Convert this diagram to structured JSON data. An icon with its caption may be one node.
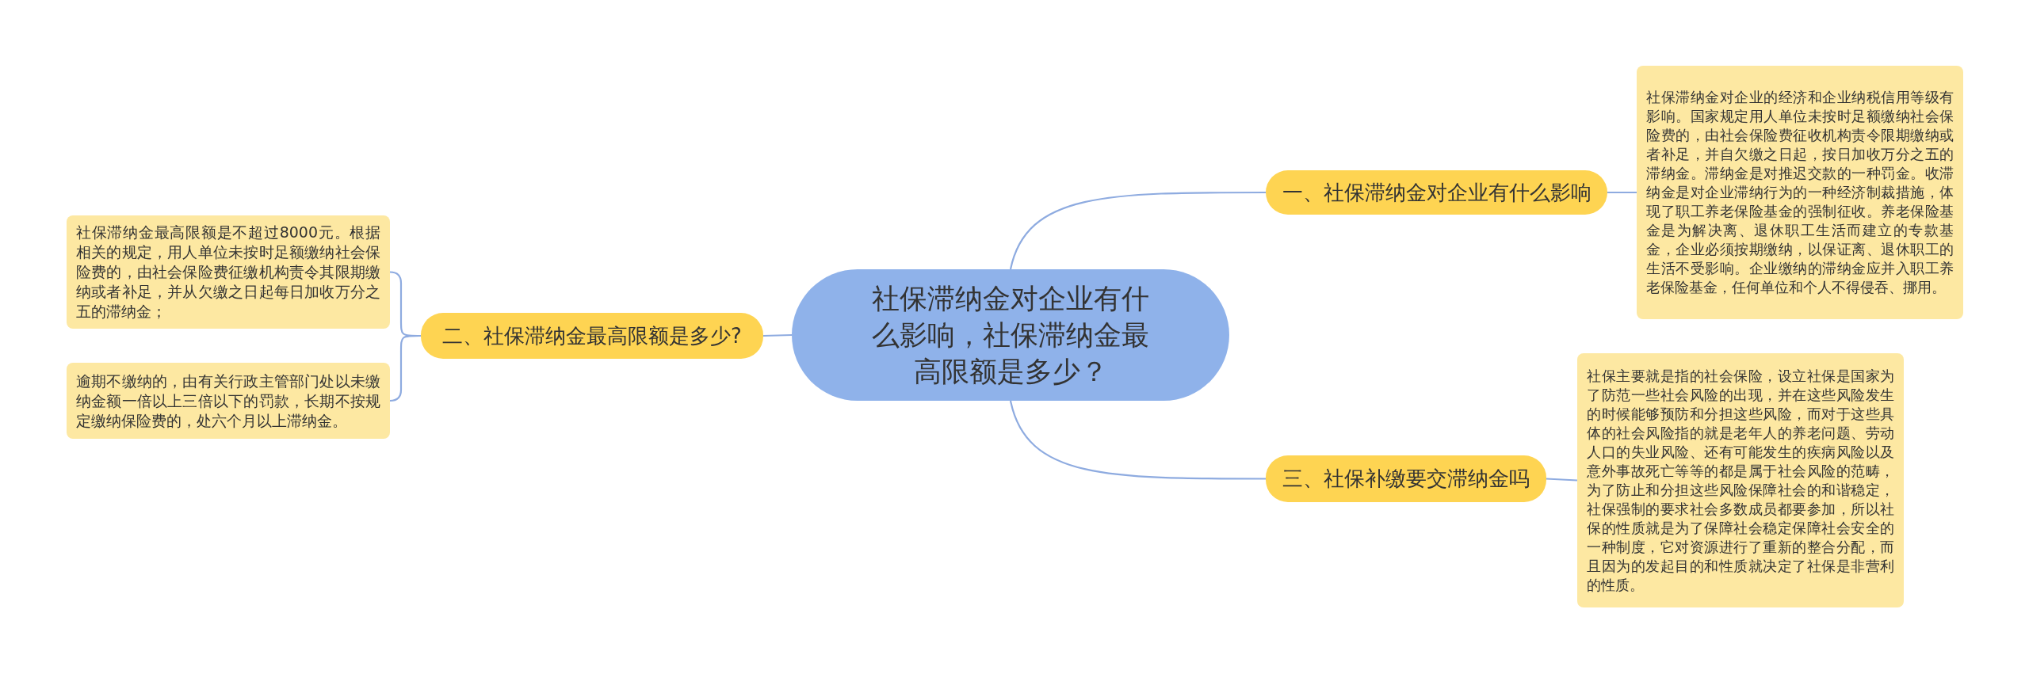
{
  "diagram": {
    "nodes": [
      {
        "text": [
          "社保滞纳金对企业有什么影响，社保滞纳金最高限额是多少？"
        ]
      },
      {
        "text": [
          "一、社保滞纳金对企业有什么影响"
        ]
      },
      {
        "text": [
          "社保滞纳金对企业的经济和企业纳税信用等级有影响。国家规定用人单位未按时足额缴纳社会保险费的，由社会保险费征收机构责令限期缴纳或者补足，并自欠缴之日起，按日加收万分之五的滞纳金。滞纳金是对推迟交款的一种罚金。收滞纳金是对企业滞纳行为的一种经济制裁措施，体现了职工养老保险基金的强制征收。养老保险基金是为解决离、退休职工生活而建立的专款基金，企业必须按期缴纳，以保证离、退休职工的生活不受影响。企业缴纳的滞纳金应并入职工养老保险基金，任何单位和个人不得侵吞、挪用。"
        ]
      },
      {
        "text": [
          "二、社保滞纳金最高限额是多少?"
        ]
      },
      {
        "text": [
          "社保滞纳金最高限额是不超过8000元。根据相关的规定，用人单位未按时足额缴纳社会保险费的，由社会保险费征缴机构责令其限期缴纳或者补足，并从欠缴之日起每日加收万分之五的滞纳金；"
        ]
      },
      {
        "text": [
          "逾期不缴纳的，由有关行政主管部门处以未缴纳金额一倍以上三倍以下的罚款，长期不按规定缴纳保险费的，处六个月以上滞纳金。"
        ]
      },
      {
        "text": [
          "三、社保补缴要交滞纳金吗"
        ]
      },
      {
        "text": [
          "社保主要就是指的社会保险，设立社保是国家为了防范一些社会风险的出现，并在这些风险发生的时候能够预防和分担这些风险，而对于这些具体的社会风险指的就是老年人的养老问题、劳动人口的失业风险、还有可能发生的疾病风险以及意外事故死亡等等的都是属于社会风险的范畴，为了防止和分担这些风险保障社会的和谐稳定，社保强制的要求社会多数成员都要参加，所以社保的性质就是为了保障社会稳定保障社会安全的一种制度，它对资源进行了重新的整合分配，而且因为的发起目的和性质就决定了社保是非营利的性质。"
        ]
      }
    ],
    "edges": [
      {
        "from": 0,
        "to": 1,
        "arrow": "none"
      },
      {
        "from": 1,
        "to": 2,
        "arrow": "none"
      },
      {
        "from": 0,
        "to": 3,
        "arrow": "none"
      },
      {
        "from": 3,
        "to": 4,
        "arrow": "none"
      },
      {
        "from": 3,
        "to": 5,
        "arrow": "none"
      },
      {
        "from": 0,
        "to": 6,
        "arrow": "none"
      },
      {
        "from": 6,
        "to": 7,
        "arrow": "none"
      }
    ]
  }
}
